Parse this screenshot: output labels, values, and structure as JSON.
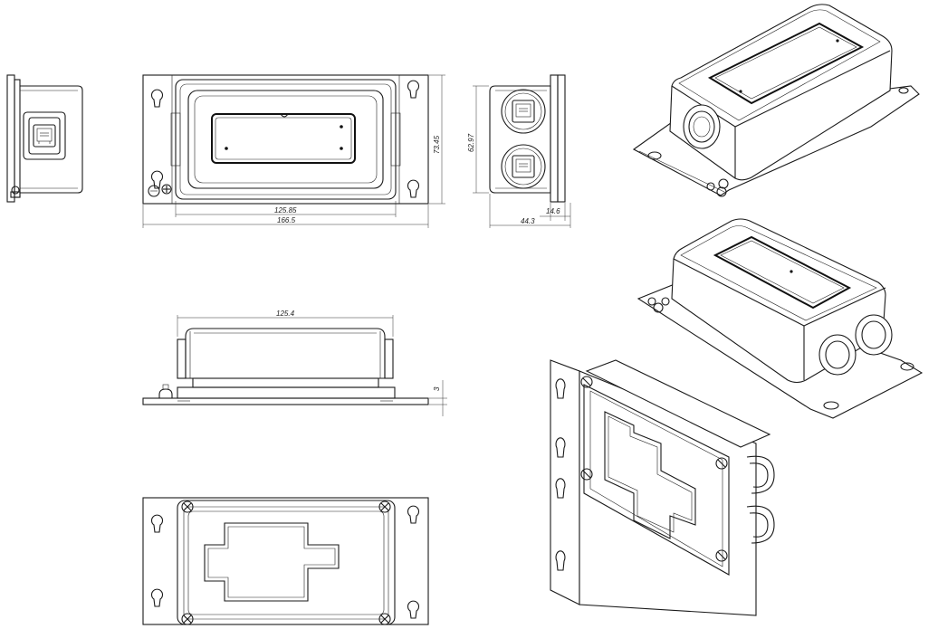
{
  "dimensions": {
    "d1": "125.85",
    "d2": "166.5",
    "d3": "73.45",
    "d4": "62.97",
    "d5": "14.6",
    "d6": "44.3",
    "d7": "125.4",
    "d8": "3"
  }
}
